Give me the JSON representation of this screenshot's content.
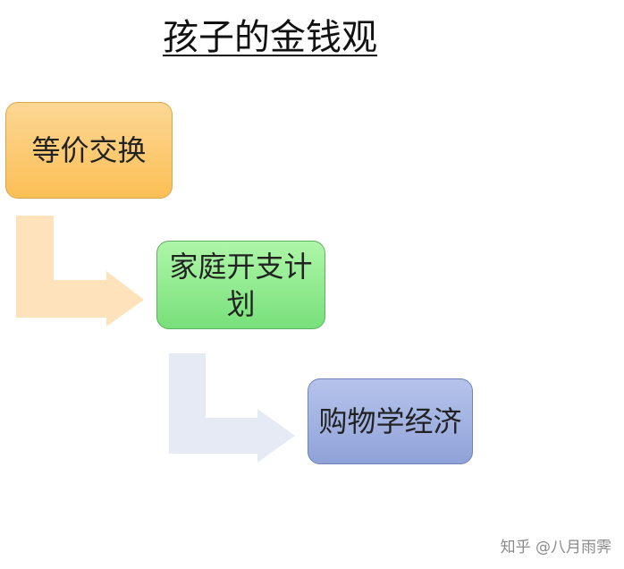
{
  "title": "孩子的金钱观",
  "steps": [
    {
      "label": "等价交换",
      "color": "#fbbf55"
    },
    {
      "label": "家庭开支计划",
      "color": "#78e07a"
    },
    {
      "label": "购物学经济",
      "color": "#8fa2d8"
    }
  ],
  "arrows": [
    {
      "from": "等价交换",
      "to": "家庭开支计划",
      "color": "#fde2bc"
    },
    {
      "from": "家庭开支计划",
      "to": "购物学经济",
      "color": "#e6eaf4"
    }
  ],
  "watermark": "知乎 @八月雨霁"
}
